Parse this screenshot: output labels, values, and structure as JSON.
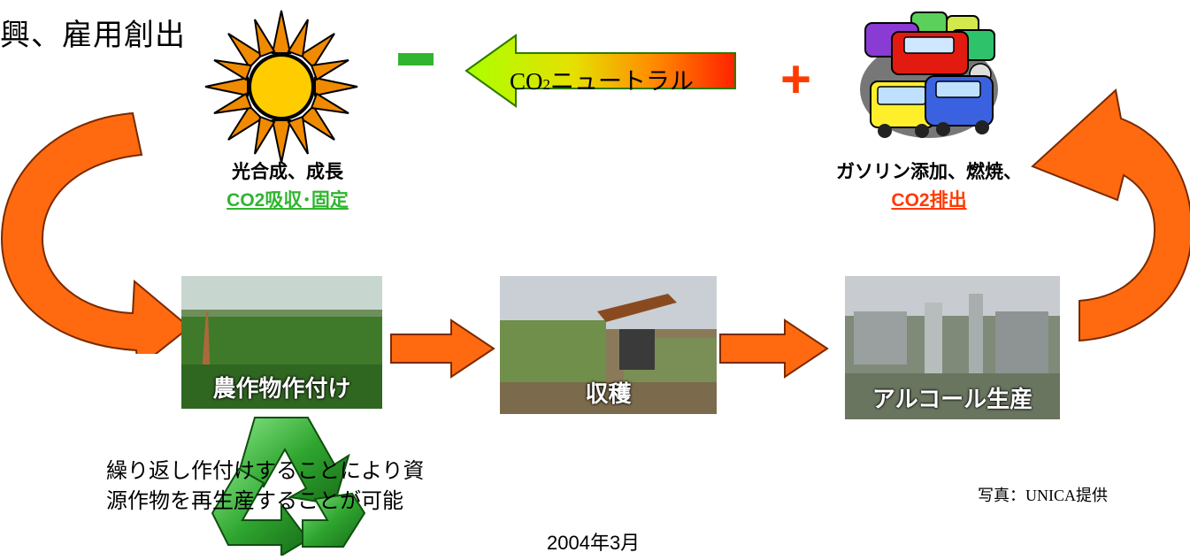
{
  "title_fragment": "興、雇用創出",
  "neutral_arrow": {
    "label_prefix": "CO",
    "label_subscript": "2",
    "label_suffix": "ニュートラル"
  },
  "minus_symbol": "-",
  "plus_symbol": "+",
  "left_caption": {
    "line1": "光合成、成長",
    "line2": "CO2吸収･固定"
  },
  "right_caption": {
    "line1": "ガソリン添加、燃焼、",
    "line2": "CO2排出"
  },
  "photos": [
    {
      "label": "農作物作付け"
    },
    {
      "label": "収穫"
    },
    {
      "label": "アルコール生産"
    }
  ],
  "cycle_description": {
    "line1": "繰り返し作付けすることにより資",
    "line2": "源作物を再生産することが可能"
  },
  "photo_credit": "写真：UNICA提供",
  "date": "2004年3月",
  "colors": {
    "orange_arrow": "#ff6a10",
    "green": "#2fb52f",
    "red": "#ff3a00",
    "sun_yellow": "#ffcc00"
  }
}
